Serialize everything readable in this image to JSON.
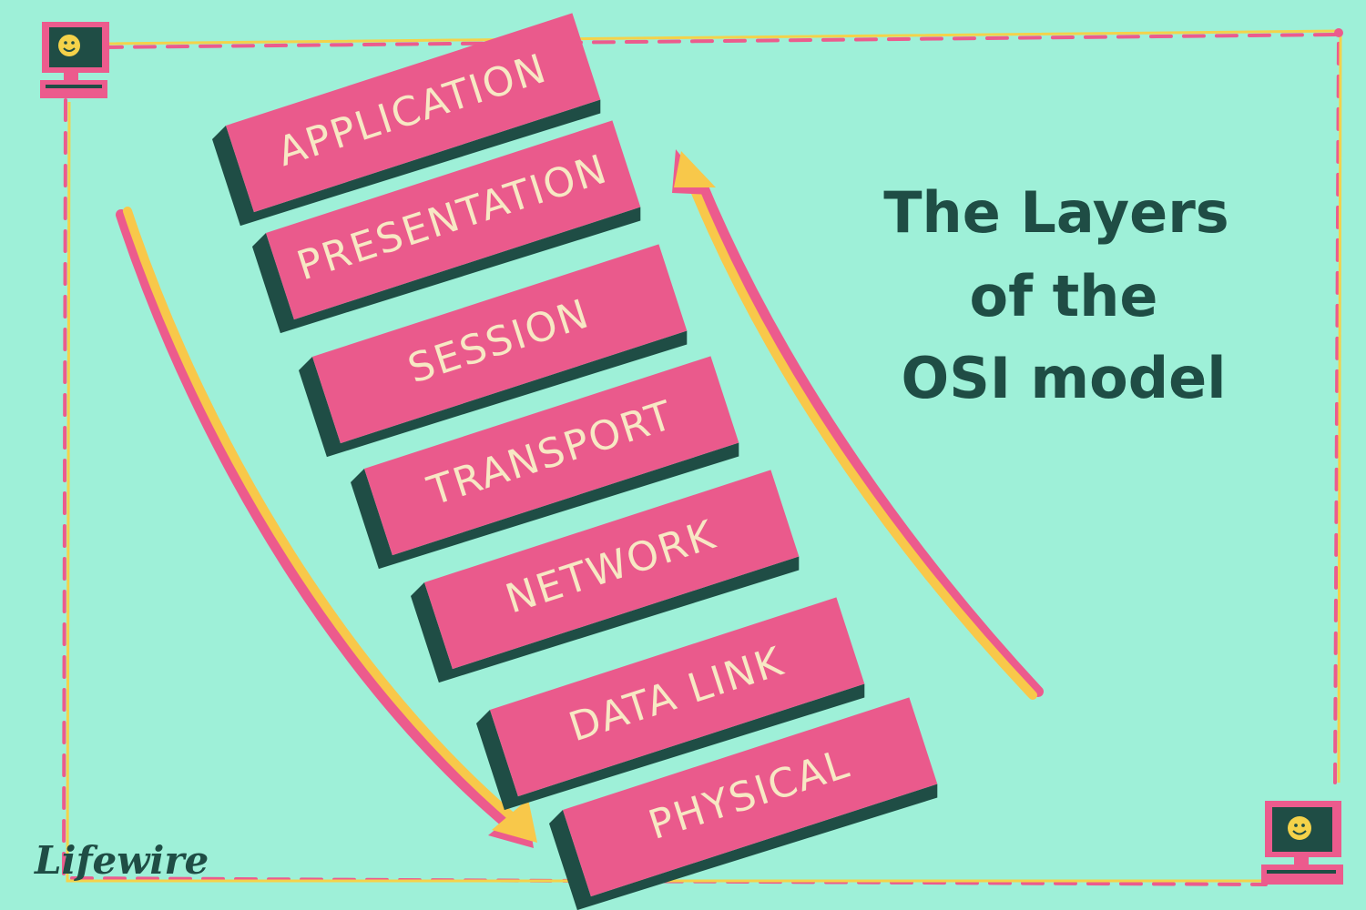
{
  "title": {
    "lines": [
      "The Layers",
      "of the",
      "OSI model"
    ]
  },
  "layers": [
    {
      "label": "APPLICATION"
    },
    {
      "label": "PRESENTATION"
    },
    {
      "label": "SESSION"
    },
    {
      "label": "TRANSPORT"
    },
    {
      "label": "NETWORK"
    },
    {
      "label": "DATA LINK"
    },
    {
      "label": "PHYSICAL"
    }
  ],
  "brand": {
    "name": "Lifewire"
  },
  "colors": {
    "background": "#9ef0d8",
    "block_face": "#ea5a8c",
    "block_shadow": "#1f4d45",
    "block_text": "#f7e8c4",
    "arrow_yellow": "#f8c84a",
    "arrow_pink": "#ec5b8d",
    "border_yellow": "#f4d24a",
    "border_pink": "#ec5b8d",
    "title_text": "#1f4d45"
  },
  "icons": [
    "computer-icon-top-left",
    "computer-icon-bottom-right",
    "smiley-face-icon"
  ]
}
